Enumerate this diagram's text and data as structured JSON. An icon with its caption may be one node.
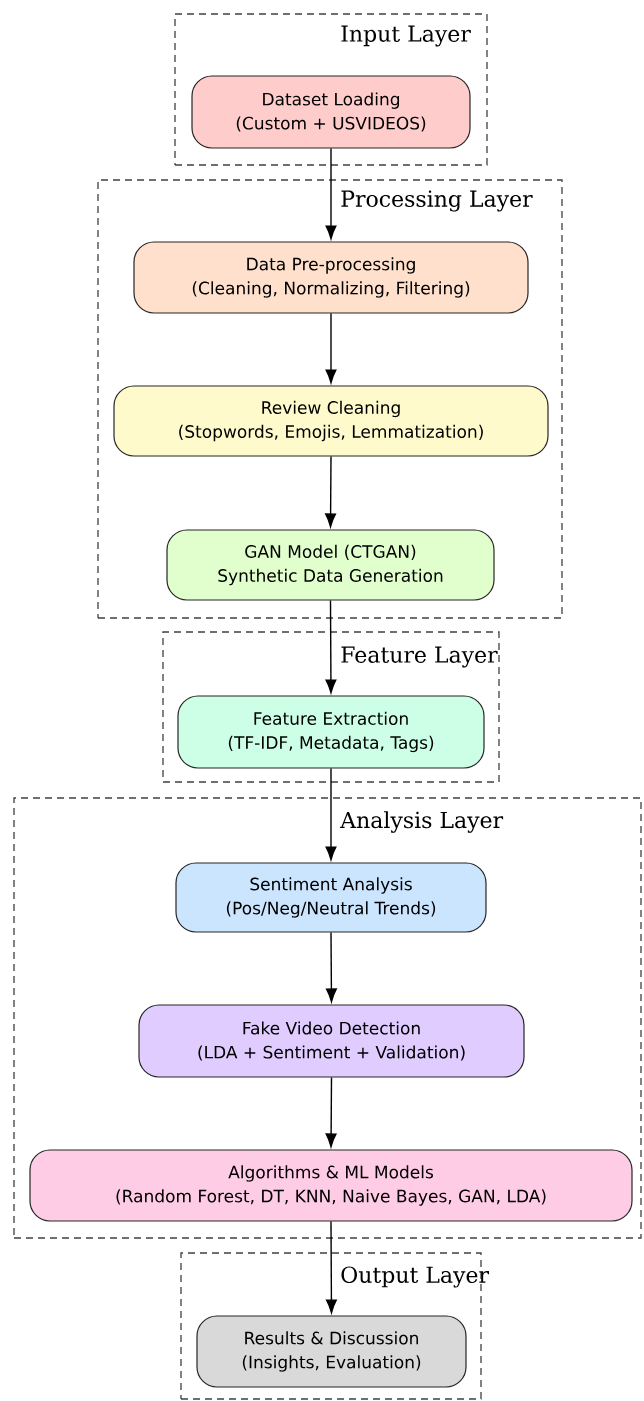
{
  "diagram": {
    "nodes": [
      {
        "text": [
          "Input Layer"
        ]
      },
      {
        "text": [
          "Dataset Loading",
          "(Custom + USVIDEOS)"
        ],
        "in": 0
      },
      {
        "text": [
          "Processing Layer"
        ]
      },
      {
        "text": [
          "Data Pre-processing",
          "(Cleaning, Normalizing, Filtering)"
        ],
        "in": 2
      },
      {
        "text": [
          "Review Cleaning",
          "(Stopwords, Emojis, Lemmatization)"
        ],
        "in": 2
      },
      {
        "text": [
          "GAN Model (CTGAN)",
          "Synthetic Data Generation"
        ],
        "in": 2
      },
      {
        "text": [
          "Feature Layer"
        ]
      },
      {
        "text": [
          "Feature Extraction",
          "(TF-IDF, Metadata, Tags)"
        ],
        "in": 6
      },
      {
        "text": [
          "Analysis Layer"
        ]
      },
      {
        "text": [
          "Sentiment Analysis",
          "(Pos/Neg/Neutral Trends)"
        ],
        "in": 8
      },
      {
        "text": [
          "Fake Video Detection",
          "(LDA + Sentiment + Validation)"
        ],
        "in": 8
      },
      {
        "text": [
          "Algorithms & ML Models",
          "(Random Forest, DT, KNN, Naive Bayes, GAN, LDA)"
        ],
        "in": 8
      },
      {
        "text": [
          "Output Layer"
        ]
      },
      {
        "text": [
          "Results & Discussion",
          "(Insights, Evaluation)"
        ],
        "in": 12
      }
    ],
    "edges": [
      {
        "from": 1,
        "to": 3,
        "arrow": "to"
      },
      {
        "from": 3,
        "to": 4,
        "arrow": "to"
      },
      {
        "from": 4,
        "to": 5,
        "arrow": "to"
      },
      {
        "from": 5,
        "to": 7,
        "arrow": "to"
      },
      {
        "from": 7,
        "to": 9,
        "arrow": "to"
      },
      {
        "from": 9,
        "to": 10,
        "arrow": "to"
      },
      {
        "from": 10,
        "to": 11,
        "arrow": "to"
      },
      {
        "from": 11,
        "to": 13,
        "arrow": "to"
      }
    ]
  }
}
